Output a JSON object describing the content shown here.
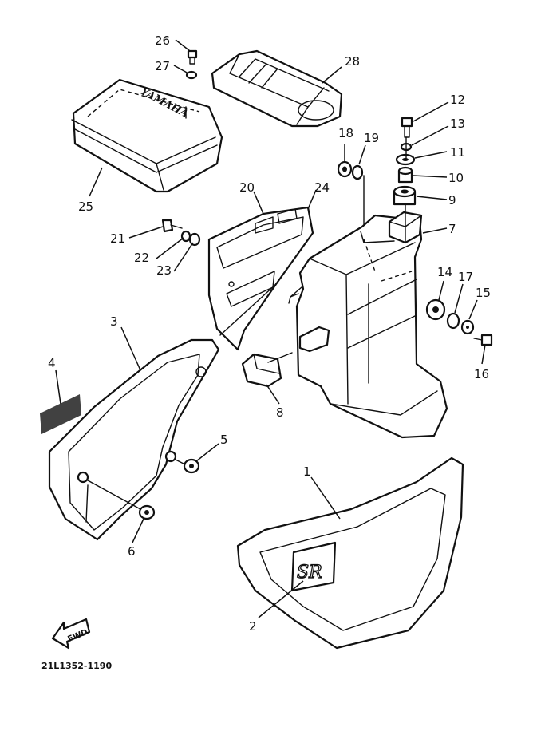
{
  "drawing_code": "21L1352-1190",
  "direction_label": "FWD",
  "emblem_text": "SR",
  "brand_text": "YAMAHA",
  "callouts": {
    "c1": "1",
    "c2": "2",
    "c3": "3",
    "c4": "4",
    "c5": "5",
    "c6": "6",
    "c7": "7",
    "c8": "8",
    "c9": "9",
    "c10": "10",
    "c11": "11",
    "c12": "12",
    "c13": "13",
    "c14": "14",
    "c15": "15",
    "c16": "16",
    "c17": "17",
    "c18": "18",
    "c19": "19",
    "c20": "20",
    "c21": "21",
    "c22": "22",
    "c23": "23",
    "c24": "24",
    "c25": "25",
    "c26": "26",
    "c27": "27",
    "c28": "28"
  }
}
